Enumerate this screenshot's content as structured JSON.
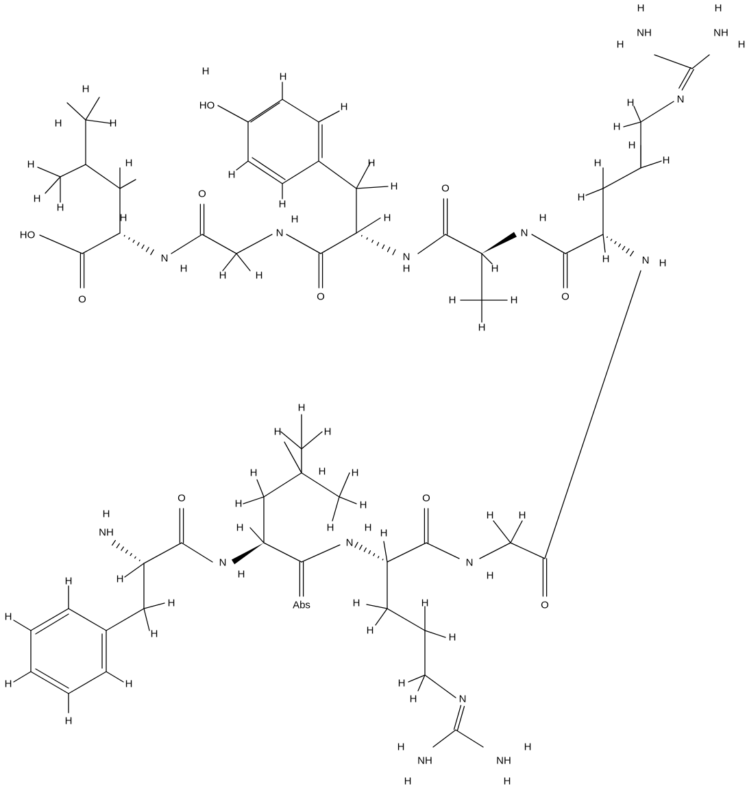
{
  "labels": {
    "H": "H",
    "O": "O",
    "N": "N",
    "HO": "HO",
    "NH": "NH",
    "NH2": "NH",
    "H2N": "H",
    "abs": "Abs"
  },
  "colors": {
    "bond": "#000000",
    "text": "#000000",
    "background": "#ffffff"
  }
}
